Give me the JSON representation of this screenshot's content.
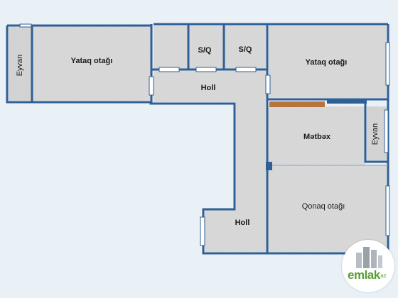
{
  "rooms": {
    "balcony_left": "Eyvan",
    "bedroom_left": "Yataq otağı",
    "bathroom_1": "S/Q",
    "bathroom_2": "S/Q",
    "bedroom_right": "Yataq otağı",
    "hall_upper": "Holl",
    "kitchen": "Mətbəx",
    "balcony_right": "Eyvan",
    "living_room": "Qonaq otağı",
    "hall_lower": "Holl"
  },
  "logo": {
    "brand": "emlak",
    "tld": ".az"
  },
  "colors": {
    "background": "#e9f1f7",
    "wall": "#2f5f96",
    "floor": "#d9d9d9",
    "floor_pattern": "#cfcfcf",
    "kitchen_counter": "#b7743d",
    "logo_green": "#5a9e33"
  }
}
